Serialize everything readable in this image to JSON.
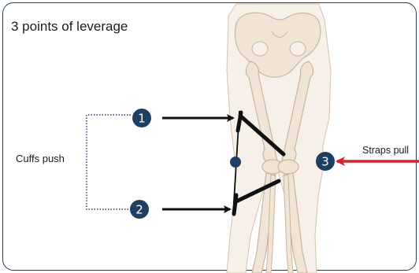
{
  "title": "3 points of leverage",
  "labels": {
    "cuffs": "Cuffs push",
    "straps": "Straps pull"
  },
  "points": [
    {
      "number": "1"
    },
    {
      "number": "2"
    },
    {
      "number": "3"
    }
  ],
  "colors": {
    "frame": "#1d3f63",
    "marker": "#1d3f63",
    "bone_fill": "#efe4d6",
    "bone_stroke": "#c9b59e",
    "push_arrow": "#111111",
    "pull_arrow": "#d8202a"
  }
}
